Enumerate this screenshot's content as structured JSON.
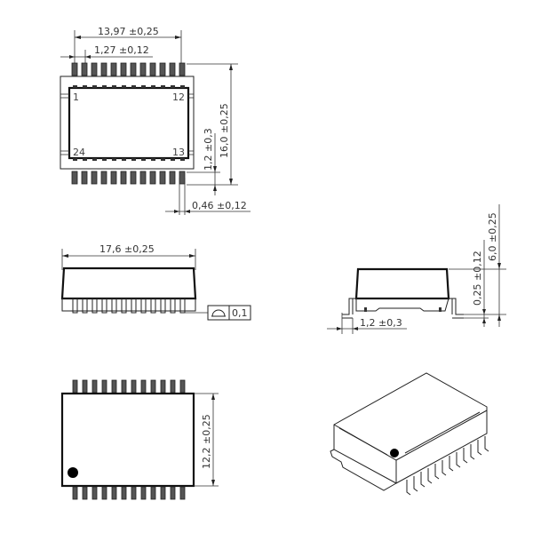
{
  "top_view": {
    "pitch_total": "13,97 ±0,25",
    "pitch": "1,27 ±0,12",
    "pin_labels": {
      "first": "1",
      "row_end": "12",
      "last_row_start": "24",
      "last_row_end": "13"
    },
    "overall_length": "16,0 ±0,25",
    "lead_length": "1,2 ±0,3",
    "lead_width": "0,46 ±0,12",
    "pins_per_side": 12
  },
  "front_view": {
    "body_length": "17,6 ±0,25",
    "coplanarity_symbol": "profile-of-surface-icon",
    "coplanarity_value": "0,1"
  },
  "side_view": {
    "total_height": "6,0 ±0,25",
    "standoff": "0,25 ±0,12",
    "foot_length": "1,2 ±0,3"
  },
  "bottom_view": {
    "body_width": "12,2 ±0,25",
    "pin1_marker": "pin-1-dot"
  },
  "iso_view": {
    "description": "isometric-view-of-smd-package"
  },
  "colors": {
    "line": "#222222",
    "text": "#333333",
    "background": "#ffffff"
  }
}
